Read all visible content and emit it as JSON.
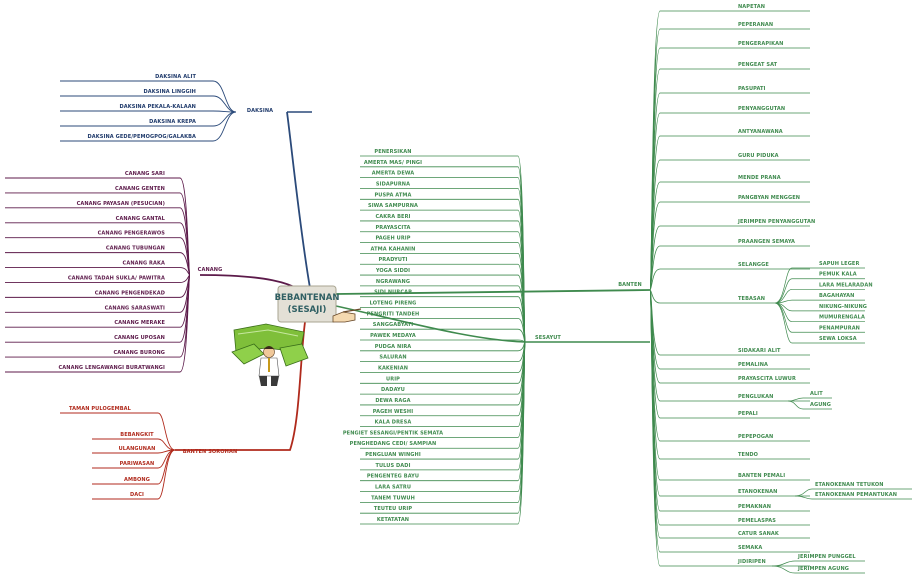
{
  "colors": {
    "daksina": "#1f3a6b",
    "canang": "#5c1a4a",
    "sorohan": "#b02a1c",
    "green": "#3f8a4e",
    "hub_bg": "#e3e0d6"
  },
  "center": {
    "line1": "BEBANTENAN",
    "line2": "(SESAJI)"
  },
  "daksina": {
    "title": "DAKSINA",
    "items": [
      "DAKSINA ALIT",
      "DAKSINA LINGGIH",
      "DAKSINA PEKALA-KALAAN",
      "DAKSINA KREPA",
      "DAKSINA GEDE/PEMOGPOG/GALAKBA"
    ]
  },
  "canang": {
    "title": "CANANG",
    "items": [
      "CANANG SARI",
      "CANANG GENTEN",
      "CANANG PAYASAN (PESUCIAN)",
      "CANANG GANTAL",
      "CANANG PENGERAWOS",
      "CANANG TUBUNGAN",
      "CANANG RAKA",
      "CANANG TADAH SUKLA/ PAWITRA",
      "CANANG PENGENDEKAD",
      "CANANG SARASWATI",
      "CANANG MERAKE",
      "CANANG UPOSAN",
      "CANANG BURONG",
      "CANANG LENGAWANGI BURATWANGI"
    ]
  },
  "sorohan": {
    "title": "BANTEN SOROHAN",
    "items": [
      "TAMAN PULOGEMBAL",
      "BEBANGKIT",
      "ULANGUNAN",
      "PARIWASAN",
      "AMBONG",
      "DACI"
    ]
  },
  "sesayut": {
    "title": "SESAYUT",
    "items": [
      "PENERSIKAN",
      "AMERTA MAS/ PINGI",
      "AMERTA DEWA",
      "SIDAPURNA",
      "PUSPA ATMA",
      "SIWA SAMPURNA",
      "CAKRA BERI",
      "PRAYASCITA",
      "PAGEH URIP",
      "ATMA KAHANIN",
      "PRADYUTI",
      "YOGA SIDDI",
      "NGRAWANG",
      "SIDI NURCAP",
      "LOTENG PIRENG",
      "PENGRITI TANDEH",
      "SANGGABYATI",
      "PAWEK MEDAYA",
      "PUDGA NIRA",
      "SALURAN",
      "KAKENIAN",
      "URIP",
      "DADAYU",
      "DEWA RAGA",
      "PAGEH WESHI",
      "KALA DRESA",
      "PENGIET SESANGI/PENTIK SEMATA",
      "PENGHEDANG CEDI/ SAMPIAN",
      "PENGLUAN WINGHI",
      "TULUS DADI",
      "PENGENTEG BAYU",
      "LARA SATRU",
      "TANEM TUWUH",
      "TEUTEU URIP",
      "KETATATAN"
    ]
  },
  "banten": {
    "title": "BANTEN",
    "items": [
      "NAPETAN",
      "PEPERANAN",
      "PENGERAPIKAN",
      "PENGEAT SAT",
      "PASUPATI",
      "PENYANGGUTAN",
      "ANTYANAWANA",
      "GURU PIDUKA",
      "MENDE PRANA",
      "PANGBYAN MENGGEN",
      "JERIMPEN PENYANGGUTAN",
      "PRAANGEN SEMAYA",
      "SELANGGE",
      "TEBASAN",
      "SIDAKARI ALIT",
      "PEMALINA",
      "PRAYASCITA LUWUR",
      "PENGLUKAN",
      "PEPALI",
      "PEPEPOGAN",
      "TENDO",
      "BANTEN PEMALI",
      "ETANOKENAN",
      "PEMAKNAN",
      "PEMELASPAS",
      "CATUR SANAK",
      "SEMAKA",
      "JIDIRIPEN"
    ],
    "tebasan_items": [
      "SAPUH LEGER",
      "PEMUK KALA",
      "LARA MELARADAN",
      "BAGAHAYAN",
      "NIKUNG-NIKUNG",
      "MUMURENGALA",
      "PENAMPURAN",
      "SEWA LOKSA"
    ],
    "penglukan_items": [
      "ALIT",
      "AGUNG"
    ],
    "etanokenan_items": [
      "ETANOKENAN TETUKON",
      "ETANOKENAN PEMANTUKAN"
    ],
    "jidiripen_items": [
      "JERIMPEN PUNGGEL",
      "JERIMPEN AGUNG"
    ]
  }
}
